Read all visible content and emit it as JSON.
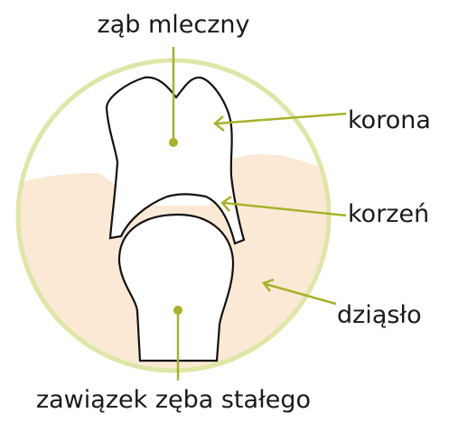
{
  "labels": {
    "milk_tooth": "ząb mleczny",
    "crown": "korona",
    "root": "korzeń",
    "gum": "dziąsło",
    "permanent_tooth_bud": "zawiązek zęba stałego"
  },
  "colors": {
    "circle_stroke": "#dfe6a6",
    "gum_fill": "#fbe9d6",
    "pointer": "#a7b22a",
    "outline": "#111111",
    "tooth_fill": "#ffffff"
  }
}
